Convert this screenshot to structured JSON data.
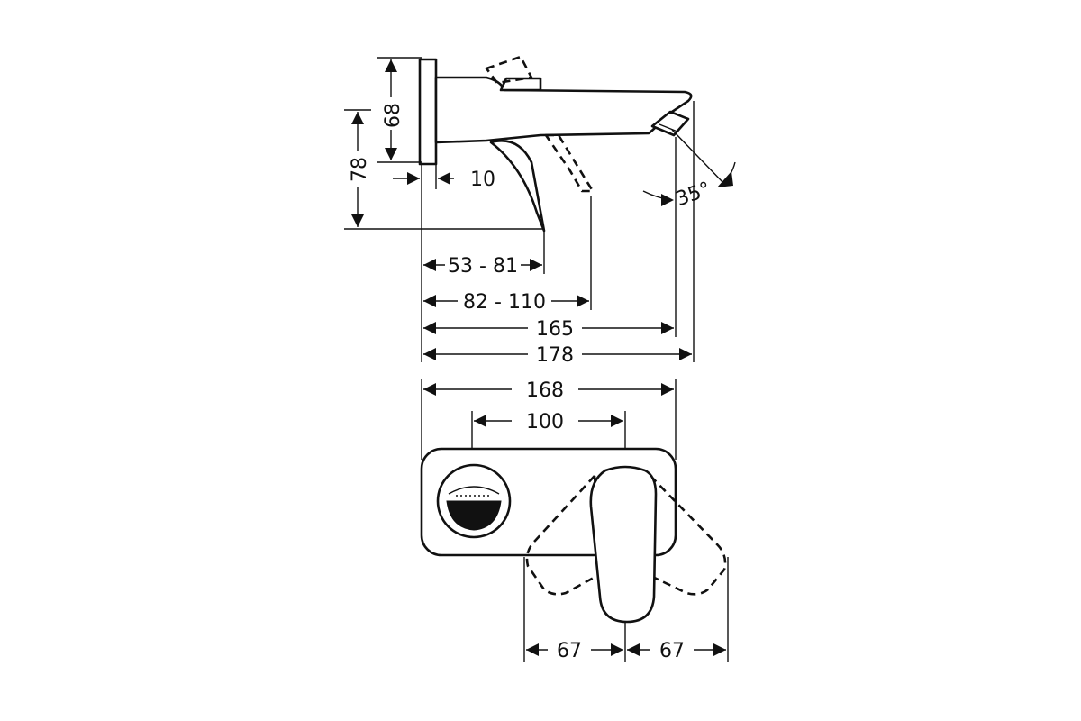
{
  "side_view": {
    "dims": {
      "height_68": "68",
      "height_78": "78",
      "offset_10": "10",
      "range_53_81": "53 - 81",
      "range_82_110": "82 - 110",
      "length_165": "165",
      "length_178": "178",
      "angle_35": "35°"
    }
  },
  "front_view": {
    "dims": {
      "width_168": "168",
      "spacing_100": "100",
      "swing_left_67": "67",
      "swing_right_67": "67"
    }
  }
}
